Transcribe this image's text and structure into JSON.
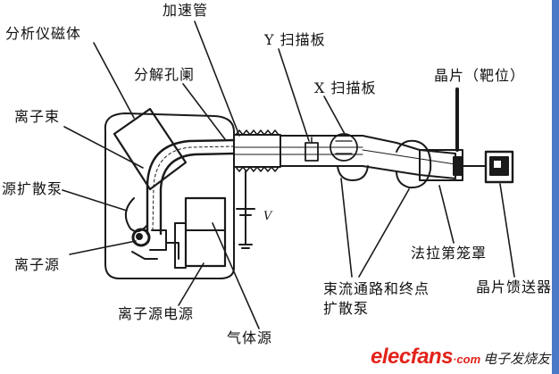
{
  "labels": {
    "analyzer_magnet": "分析仪磁体",
    "accelerator_tube": "加速管",
    "y_scan_plate": "Y 扫描板",
    "resolving_aperture": "分解孔阑",
    "x_scan_plate": "X 扫描板",
    "wafer_target": "晶片（靶位）",
    "ion_beam": "离子束",
    "source_diffusion_pump": "源扩散泵",
    "voltage": "V",
    "ion_source": "离子源",
    "faraday_cage": "法拉第笼罩",
    "wafer_feeder": "晶片馈送器",
    "beamline_endstation_pump": "束流通路和终点扩散泵",
    "ion_source_supply": "离子源电源",
    "gas_source": "气体源"
  },
  "watermark": {
    "brand": "elecfans",
    "suffix": "·com",
    "chinese": "电子发烧友"
  },
  "colors": {
    "accent_stripe": "#4a7ac7",
    "watermark_red": "#e2231a"
  }
}
